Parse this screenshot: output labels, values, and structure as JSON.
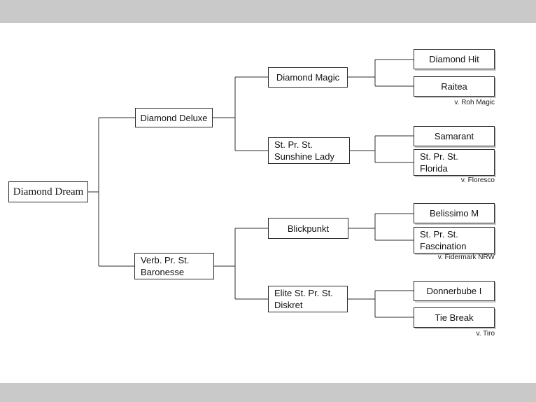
{
  "pedigree": {
    "root": {
      "label": "Diamond Dream"
    },
    "sire": {
      "label": "Diamond Deluxe"
    },
    "dam": {
      "label": "Verb. Pr. St.\nBaronesse"
    },
    "sires_sire": {
      "label": "Diamond Magic"
    },
    "sires_dam": {
      "label": "St. Pr. St.\nSunshine Lady"
    },
    "dams_sire": {
      "label": "Blickpunkt"
    },
    "dams_dam": {
      "label": "Elite St. Pr. St.\nDiskret"
    },
    "gen4": {
      "sss": {
        "label": "Diamond Hit"
      },
      "ssd": {
        "label": "Raitea",
        "caption": "v. Roh Magic"
      },
      "sds": {
        "label": "Samarant"
      },
      "sdd": {
        "label": "St. Pr. St.\nFlorida",
        "caption": "v. Floresco"
      },
      "dss": {
        "label": "Belissimo M"
      },
      "dsd": {
        "label": "St. Pr. St.\nFascination",
        "caption": "v. Fidermark NRW"
      },
      "dds": {
        "label": "Donnerbube I"
      },
      "ddd": {
        "label": "Tie Break",
        "caption": "v. Tiro"
      }
    }
  },
  "colors": {
    "connector_line": "#2e2e2e",
    "band_gray": "#c9c9c9",
    "paper_white": "#ffffff",
    "box_border": "#2b2b2b"
  }
}
